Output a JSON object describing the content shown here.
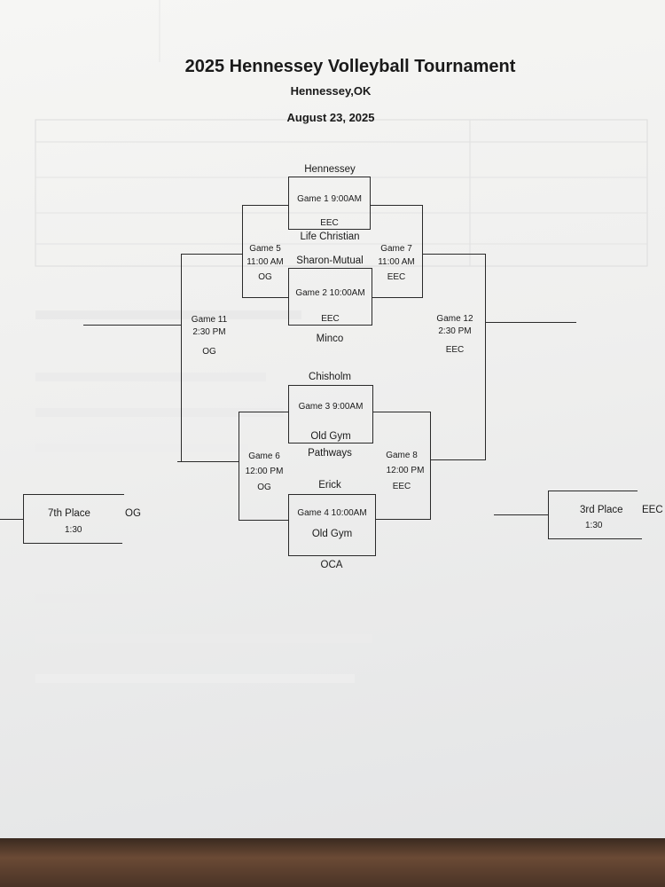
{
  "header": {
    "title": "2025 Hennessey Volleyball Tournament",
    "location": "Hennessey,OK",
    "date": "August 23, 2025"
  },
  "games": {
    "g1": {
      "label": "Game 1 9:00AM",
      "top_team": "Hennessey",
      "court": "EEC"
    },
    "g2": {
      "label": "Game 2 10:00AM",
      "top_team": "Sharon-Mutual",
      "court": "EEC",
      "bottom_team": "Minco"
    },
    "g3": {
      "label": "Game 3 9:00AM",
      "top_team": "Chisholm",
      "court": "Old Gym"
    },
    "g4": {
      "label": "Game 4 10:00AM",
      "top_team": "Erick",
      "court": "Old Gym",
      "bottom_team": "OCA"
    },
    "g5": {
      "label": "Game 5",
      "time": "11:00 AM",
      "court": "OG",
      "team": "Life Christian"
    },
    "g6": {
      "label": "Game 6",
      "time": "12:00 PM",
      "court": "OG",
      "team": "Pathways"
    },
    "g7": {
      "label": "Game 7",
      "time": "11:00 AM",
      "court": "EEC"
    },
    "g8": {
      "label": "Game 8",
      "time": "12:00 PM",
      "court": "EEC"
    },
    "g11": {
      "label": "Game 11",
      "time": "2:30 PM",
      "court": "OG"
    },
    "g12": {
      "label": "Game 12",
      "time": "2:30 PM",
      "court": "EEC"
    }
  },
  "placement": {
    "seventh": {
      "label": "7th Place",
      "time": "1:30",
      "court": "OG"
    },
    "third": {
      "label": "3rd Place",
      "time": "1:30",
      "court": "EEC"
    }
  }
}
